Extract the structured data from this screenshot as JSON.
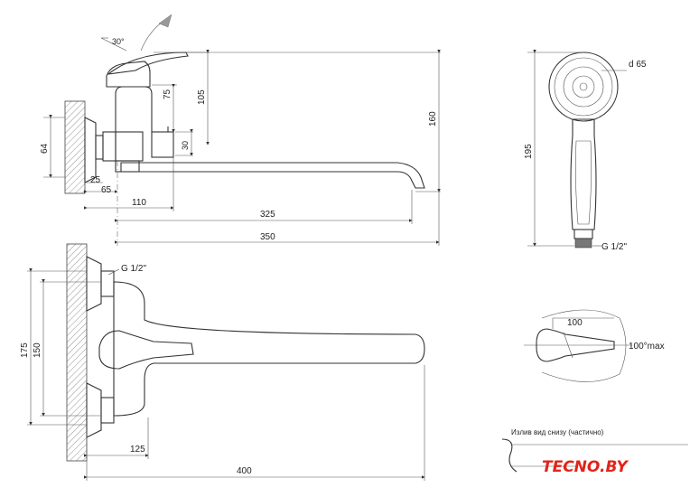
{
  "side_view": {
    "angle_label": "30°",
    "dims": {
      "d75": "75",
      "d105": "105",
      "d160": "160",
      "d30": "30",
      "d64": "64",
      "d25": "25",
      "d65": "65",
      "d110": "110",
      "d325": "325",
      "d350": "350"
    }
  },
  "shower_head": {
    "diameter_label": "d 65",
    "height_label": "195",
    "thread_label": "G 1/2\""
  },
  "top_view": {
    "thread_label": "G 1/2\"",
    "dims": {
      "d175": "175",
      "d150": "150",
      "d125": "125",
      "d400": "400"
    }
  },
  "handle_view": {
    "width_label": "100",
    "angle_label": "100°max"
  },
  "spout_note": {
    "caption": "Излив вид снизу (частично)"
  },
  "brand": {
    "text": "TECNO.BY",
    "color_main": "#e2231a",
    "color_accent": "#1a3a8a"
  }
}
